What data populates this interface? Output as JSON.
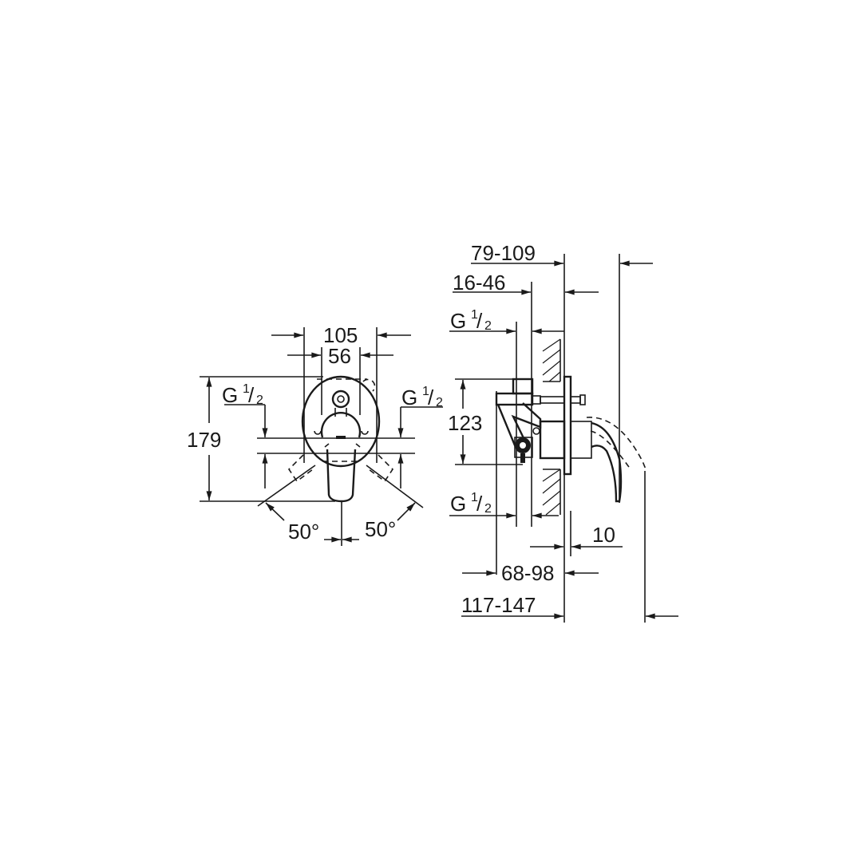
{
  "drawing": {
    "front_view": {
      "width_outer": "105",
      "width_inner": "56",
      "height": "179",
      "thread_left": {
        "main": "G",
        "num": "1",
        "slash": "/",
        "den": "2"
      },
      "thread_right": {
        "main": "G",
        "num": "1",
        "slash": "/",
        "den": "2"
      },
      "angle_left": "50°",
      "angle_right": "50°"
    },
    "side_view": {
      "depth_total": "79-109",
      "depth_wall": "16-46",
      "thread_top": {
        "main": "G",
        "num": "1",
        "slash": "/",
        "den": "2"
      },
      "thread_bottom": {
        "main": "G",
        "num": "1",
        "slash": "/",
        "den": "2"
      },
      "height": "123",
      "plate": "10",
      "body_depth": "68-98",
      "overall_depth": "117-147"
    }
  }
}
